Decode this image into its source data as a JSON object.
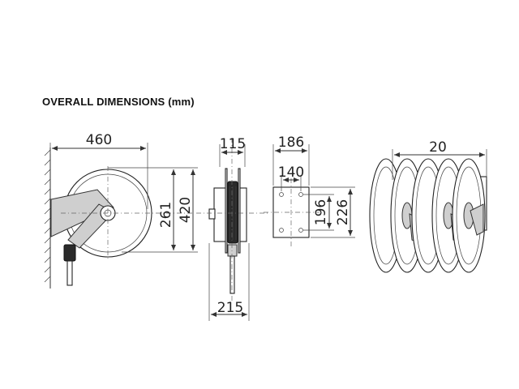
{
  "title": "OVERALL DIMENSIONS (mm)",
  "dimensions": {
    "front_width": "460",
    "front_height_outer": "420",
    "front_height_inner": "261",
    "side_depth_top": "115",
    "side_depth_bottom": "215",
    "plate_width_outer": "186",
    "plate_width_inner": "140",
    "plate_height_inner": "196",
    "plate_height_outer": "226",
    "multi_spacing": "20"
  }
}
